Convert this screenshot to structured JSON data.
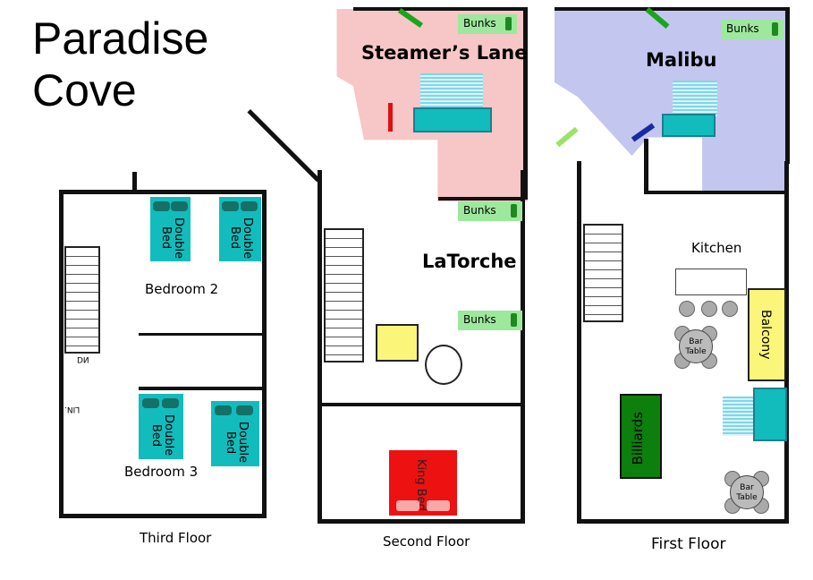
{
  "title": {
    "line1": "Paradise",
    "line2": "Cove"
  },
  "third_floor": {
    "label": "Third Floor",
    "bedroom2": "Bedroom 2",
    "bedroom3": "Bedroom 3",
    "bed_label": "Double Bed",
    "stairs_label": "DN",
    "linen_label": "LIN."
  },
  "second_floor": {
    "label": "Second Floor",
    "steamers_lane": "Steamer’s Lane",
    "latorche": "LaTorche",
    "king_bed": "King Bed"
  },
  "first_floor": {
    "label": "First Floor",
    "malibu": "Malibu",
    "kitchen": "Kitchen",
    "balcony": "Balcony",
    "billiards": "Billiards",
    "bar_table": "Bar Table"
  },
  "bunks_label": "Bunks",
  "colors": {
    "steamers_lane": "#f7c6c6",
    "malibu": "#c3c6ef",
    "bed": "#12bcbc",
    "king_bed": "#ee1111",
    "bunks": "#9de89d",
    "balcony": "#fbf57a",
    "billiards": "#0c7f0c",
    "closet": "#fbf57a"
  }
}
